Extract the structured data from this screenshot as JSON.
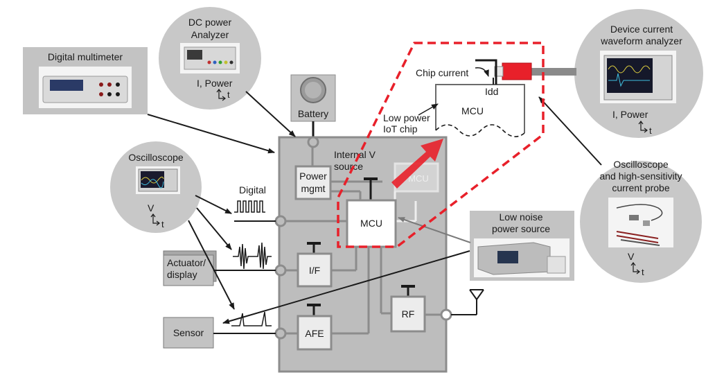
{
  "instruments": {
    "digital_multimeter": {
      "title": "Digital multimeter"
    },
    "dc_power_analyzer": {
      "title_line1": "DC power",
      "title_line2": "Analyzer",
      "measure": "I, Power",
      "axis": "t"
    },
    "oscilloscope": {
      "title": "Oscilloscope",
      "measure": "V",
      "axis": "t"
    },
    "device_current_analyzer": {
      "title_line1": "Device current",
      "title_line2": "waveform analyzer",
      "measure": "I, Power",
      "axis": "t"
    },
    "scope_current_probe": {
      "title_line1": "Oscilloscope",
      "title_line2": "and high-sensitivity",
      "title_line3": "current probe",
      "measure": "V",
      "axis": "t"
    },
    "low_noise_source": {
      "title_line1": "Low noise",
      "title_line2": "power source"
    }
  },
  "blocks": {
    "battery": "Battery",
    "power_mgmt_line1": "Power",
    "power_mgmt_line2": "mgmt",
    "internal_v_line1": "Internal V",
    "internal_v_line2": "source",
    "mcu": "MCU",
    "interface": "I/F",
    "afe": "AFE",
    "rf": "RF",
    "actuator_line1": "Actuator/",
    "actuator_line2": "display",
    "sensor": "Sensor"
  },
  "signals": {
    "digital": "Digital"
  },
  "chip_detail": {
    "chip_current": "Chip current",
    "idd": "Idd",
    "mcu": "MCU",
    "low_power_line1": "Low power",
    "low_power_line2": "IoT chip"
  },
  "colors": {
    "highlight": "#e8202a",
    "bubble": "#c8c8c8",
    "block_fill": "#bdbdbd",
    "block_stroke": "#8c8c8c"
  }
}
